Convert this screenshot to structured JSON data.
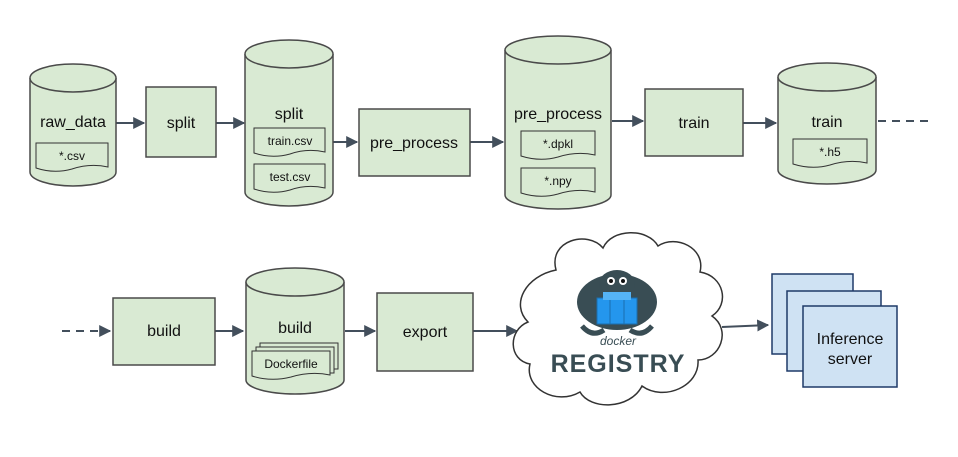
{
  "pipeline": {
    "raw_data": {
      "label": "raw_data",
      "files": [
        "*.csv"
      ]
    },
    "split_step": {
      "label": "split"
    },
    "split_store": {
      "label": "split",
      "files": [
        "train.csv",
        "test.csv"
      ]
    },
    "pre_process_step": {
      "label": "pre_process"
    },
    "pre_process_store": {
      "label": "pre_process",
      "files": [
        "*.dpkl",
        "*.npy"
      ]
    },
    "train_step": {
      "label": "train"
    },
    "train_store": {
      "label": "train",
      "files": [
        "*.h5"
      ]
    }
  },
  "deploy": {
    "build_step": {
      "label": "build"
    },
    "build_store": {
      "label": "build",
      "files": [
        "Dockerfile"
      ]
    },
    "export_step": {
      "label": "export"
    },
    "registry": {
      "logo_top": "docker",
      "logo_main": "REGISTRY"
    },
    "inference": {
      "label_line1": "Inference",
      "label_line2": "server"
    }
  },
  "colors": {
    "node_fill": "#d9ead3",
    "server_fill": "#cfe2f3",
    "edge": "#434f5c",
    "docker_blue": "#2496ed"
  }
}
